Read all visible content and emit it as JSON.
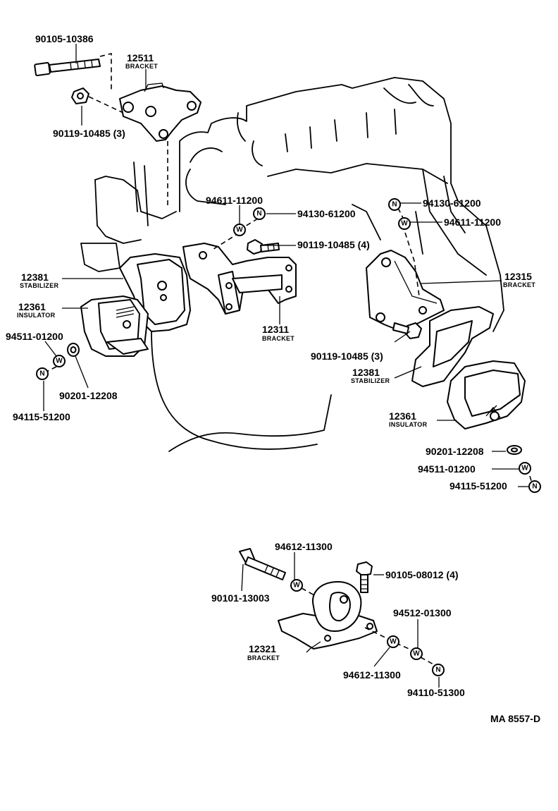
{
  "callouts": {
    "c1": "90105-10386",
    "c2": "90119-10485 (3)",
    "c3": "94611-11200",
    "c4": "94130-61200",
    "c5": "90119-10485 (4)",
    "c6": "94130-61200",
    "c7": "94611-11200",
    "c8": "94511-01200",
    "c9": "90201-12208",
    "c10": "94115-51200",
    "c11": "90119-10485 (3)",
    "c12": "90201-12208",
    "c13": "94511-01200",
    "c14": "94115-51200",
    "c15": "94612-11300",
    "c16": "90105-08012 (4)",
    "c17": "90101-13003",
    "c18": "94512-01300",
    "c19": "94612-11300",
    "c20": "94110-51300"
  },
  "parts": {
    "p12511": {
      "num": "12511",
      "name": "BRACKET"
    },
    "p12381a": {
      "num": "12381",
      "name": "STABILIZER"
    },
    "p12361a": {
      "num": "12361",
      "name": "INSULATOR"
    },
    "p12311": {
      "num": "12311",
      "name": "BRACKET"
    },
    "p12315": {
      "num": "12315",
      "name": "BRACKET"
    },
    "p12381b": {
      "num": "12381",
      "name": "STABILIZER"
    },
    "p12361b": {
      "num": "12361",
      "name": "INSULATOR"
    },
    "p12321": {
      "num": "12321",
      "name": "BRACKET"
    }
  },
  "markers": {
    "washer": "W",
    "nut": "N"
  },
  "footer": "MA 8557-D"
}
